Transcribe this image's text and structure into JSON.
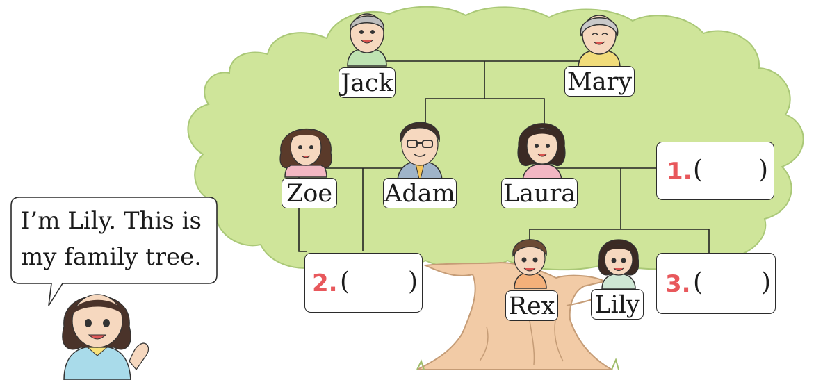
{
  "speech_bubble": {
    "line1": "I’m Lily. This is",
    "line2": "my family tree."
  },
  "members": {
    "jack": "Jack",
    "mary": "Mary",
    "zoe": "Zoe",
    "adam": "Adam",
    "laura": "Laura",
    "rex": "Rex",
    "lily": "Lily"
  },
  "blanks": [
    {
      "number": "1.",
      "open": "(",
      "close": ")"
    },
    {
      "number": "2.",
      "open": "(",
      "close": ")"
    },
    {
      "number": "3.",
      "open": "(",
      "close": ")"
    }
  ],
  "colors": {
    "foliage": "#cfe59a",
    "foliage_dark": "#aac877",
    "trunk": "#f2cba6",
    "number": "#e8585c"
  }
}
